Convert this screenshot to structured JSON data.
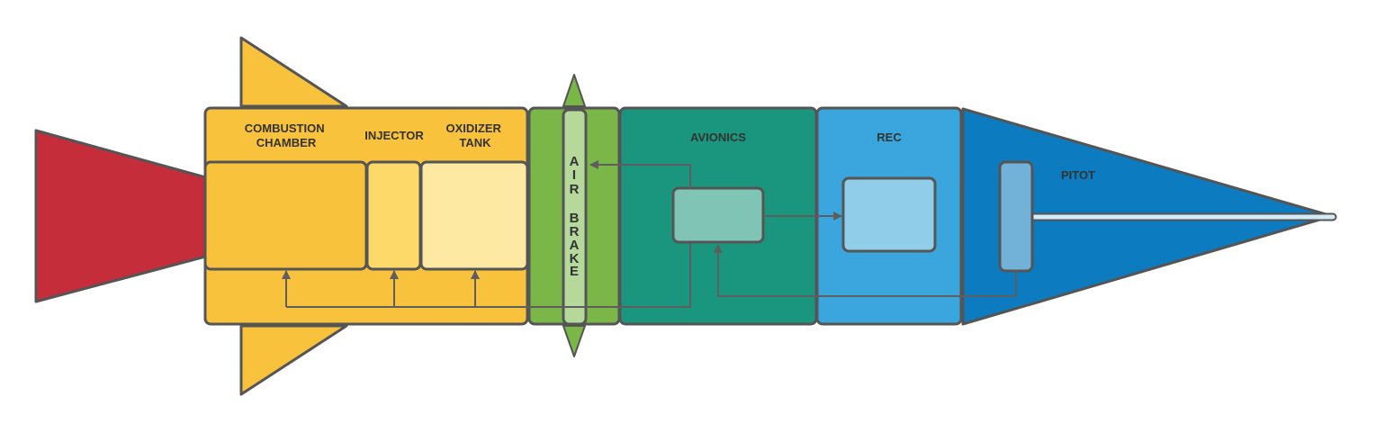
{
  "labels": {
    "combustion_chamber": [
      "COMBUSTION",
      "CHAMBER"
    ],
    "injector": "INJECTOR",
    "oxidizer_tank": [
      "OXIDIZER",
      "TANK"
    ],
    "air_brake": [
      "A",
      "I",
      "R",
      "B",
      "R",
      "A",
      "K",
      "E"
    ],
    "avionics": "AVIONICS",
    "rec": "REC",
    "pitot": "PITOT"
  },
  "colors": {
    "nozzle": "#c62d3a",
    "fins": "#f9c23c",
    "engine_section": "#f9c23c",
    "combustion_box": "#f9c23c",
    "injector_box": "#fcd968",
    "oxidizer_box": "#fde9a2",
    "airbrake_section": "#7ab648",
    "airbrake_blade": "#b5d99b",
    "avionics_section": "#19967d",
    "avionics_box": "#7fc4b4",
    "rec_section": "#3aa6dd",
    "rec_box": "#8fcde9",
    "nose_cone": "#0c7bbf",
    "pitot_box": "#72b2d8",
    "pitot_tube": "#d4ebf6",
    "outline": "#555555",
    "connector": "#5e5e5e"
  }
}
